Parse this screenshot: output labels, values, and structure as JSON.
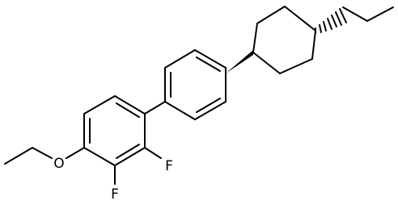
{
  "molecule": {
    "atoms": {
      "oxygen": "O",
      "fluorine_upper": "F",
      "fluorine_lower": "F"
    },
    "colors": {
      "bond": "#000000",
      "background": "#ffffff"
    }
  }
}
